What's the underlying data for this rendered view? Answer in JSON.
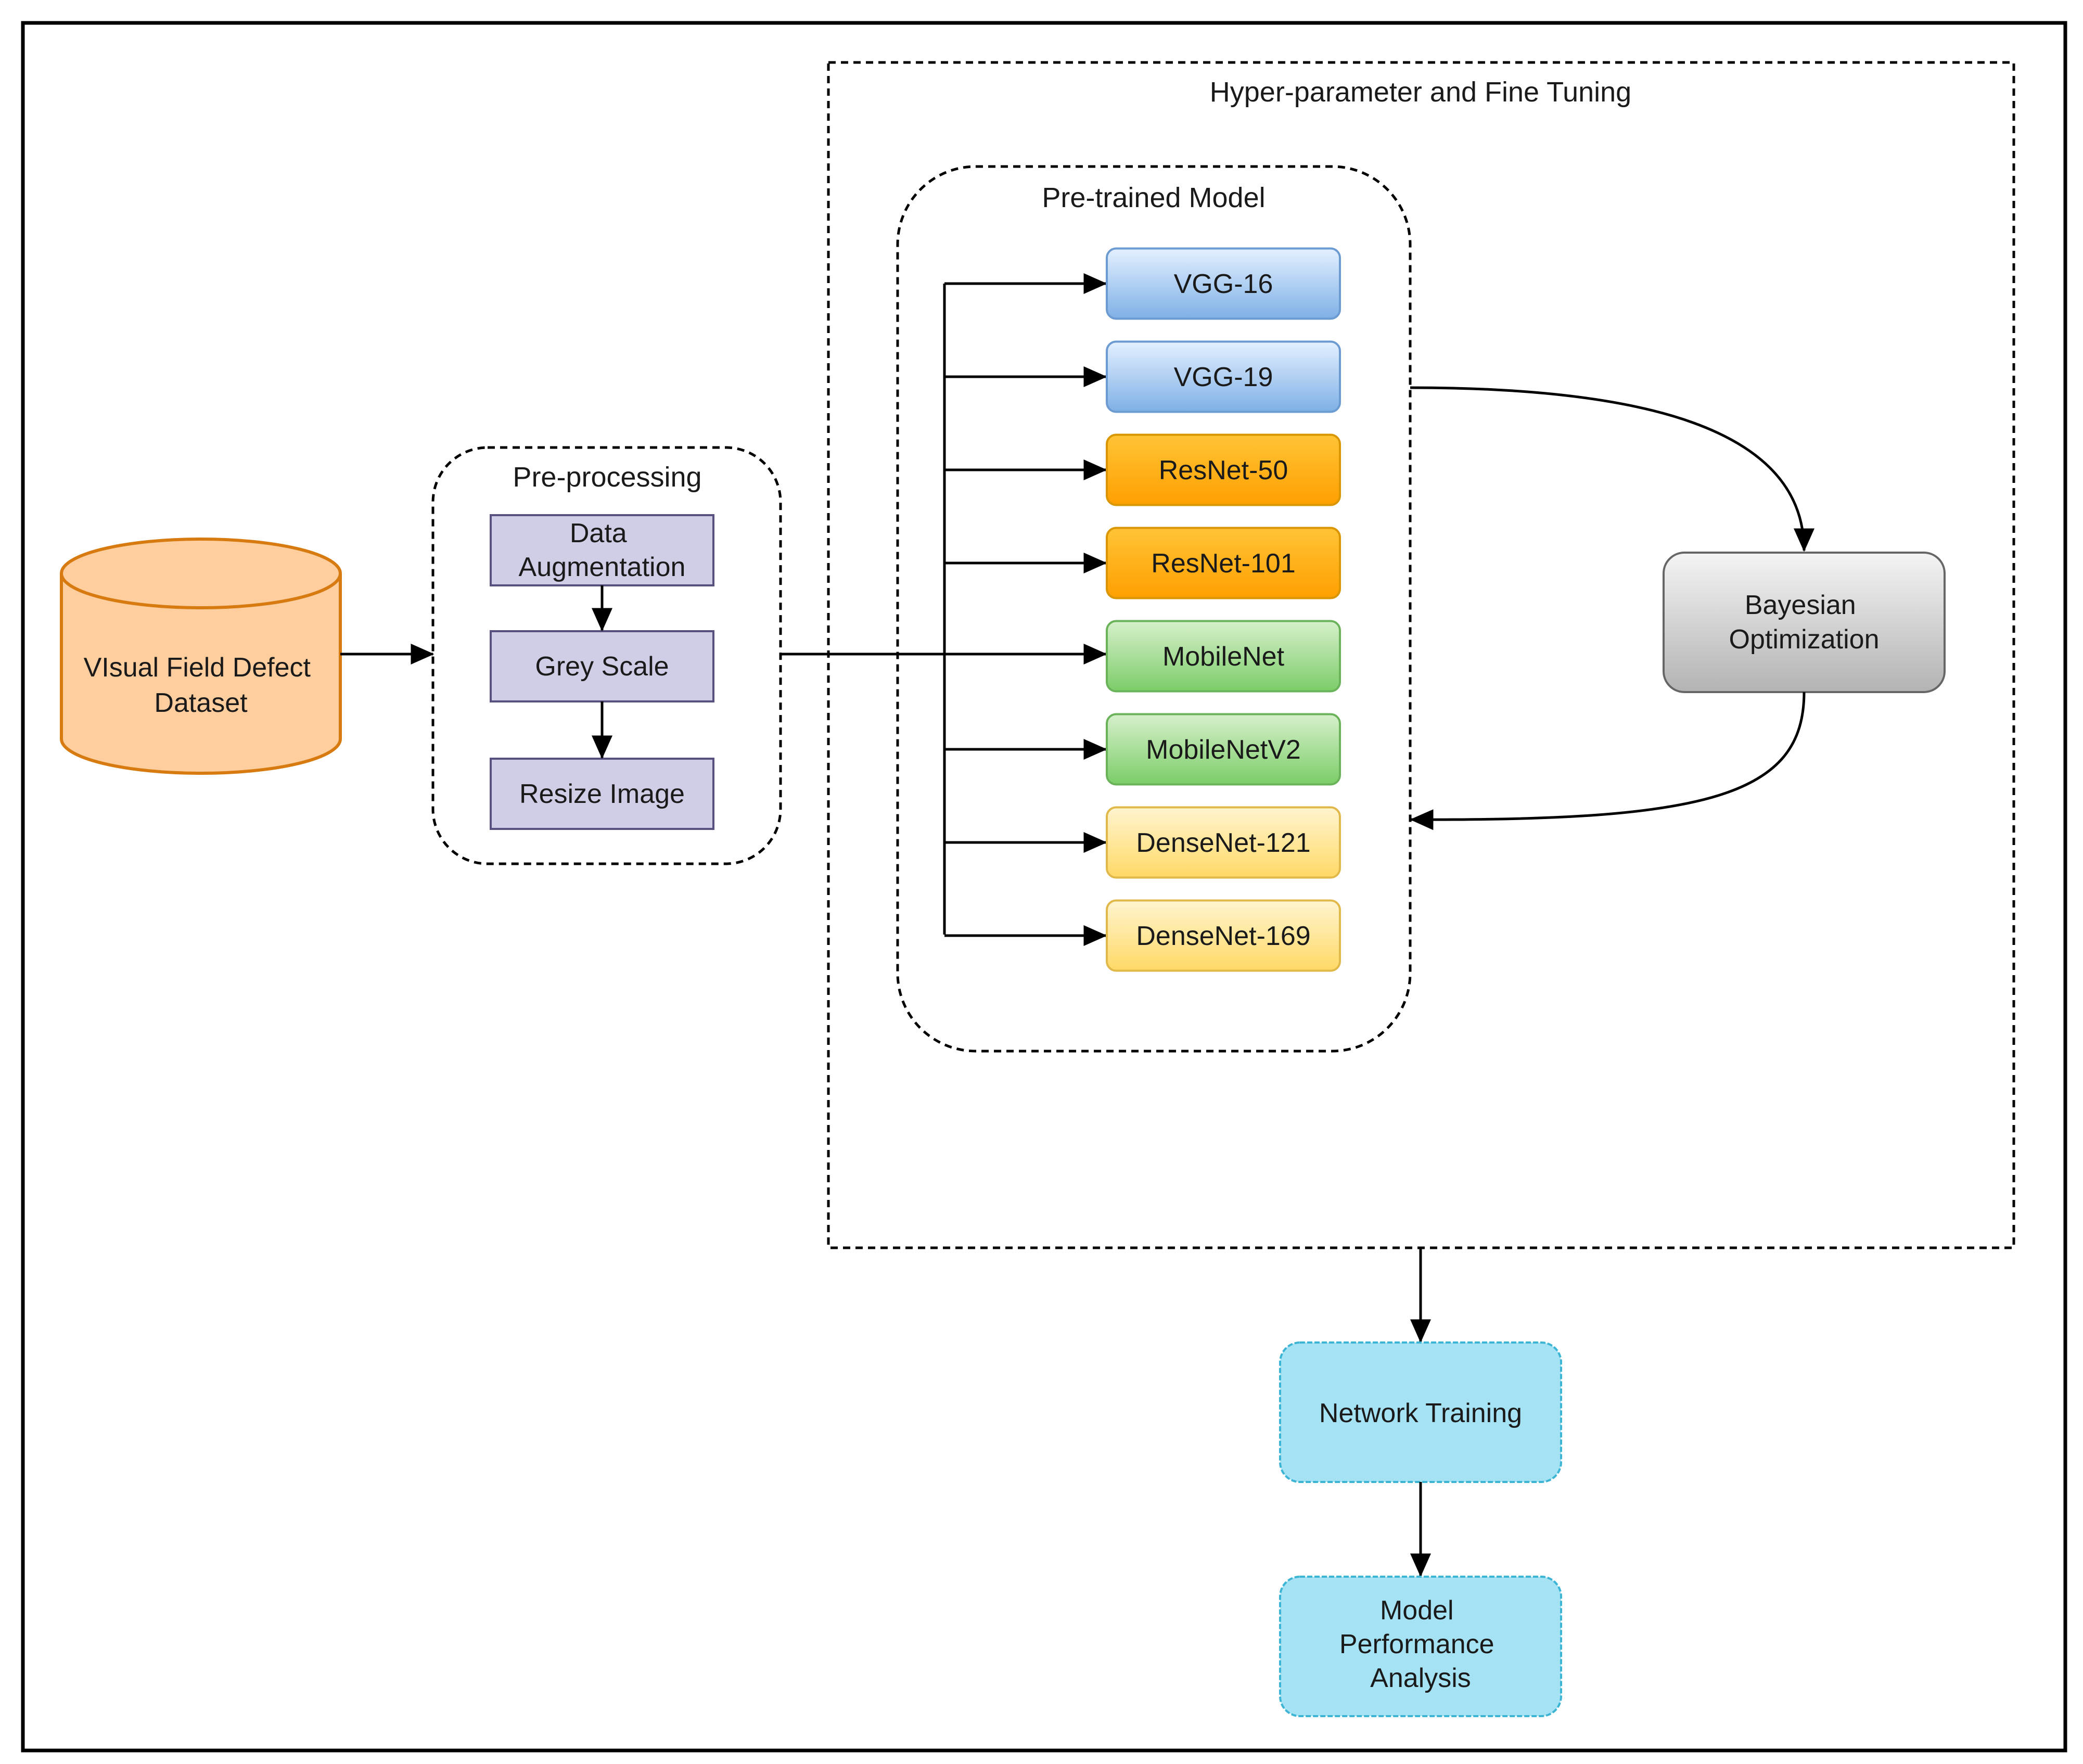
{
  "frame_title": "Hyper-parameter and Fine Tuning",
  "pretrained_group_title": "Pre-trained Model",
  "preprocessing_group_title": "Pre-processing",
  "dataset": {
    "lines": [
      "VIsual Field Defect",
      "Dataset"
    ],
    "fill": "#FFCE9F",
    "stroke": "#D77A10"
  },
  "preprocessing_steps": [
    {
      "id": "data-augmentation",
      "lines": [
        "Data",
        "Augmentation"
      ]
    },
    {
      "id": "grey-scale",
      "lines": [
        "Grey Scale"
      ]
    },
    {
      "id": "resize-image",
      "lines": [
        "Resize Image"
      ]
    }
  ],
  "models": [
    {
      "label": "VGG-16",
      "color": "#A9CDF0"
    },
    {
      "label": "VGG-19",
      "color": "#A9CDF0"
    },
    {
      "label": "ResNet-50",
      "color": "#FFAE1A"
    },
    {
      "label": "ResNet-101",
      "color": "#FFAE1A"
    },
    {
      "label": "MobileNet",
      "color": "#A3D98E"
    },
    {
      "label": "MobileNetV2",
      "color": "#A3D98E"
    },
    {
      "label": "DenseNet-121",
      "color": "#FFE28F"
    },
    {
      "label": "DenseNet-169",
      "color": "#FFE28F"
    }
  ],
  "optimizer": {
    "lines": [
      "Bayesian",
      "Optimization"
    ],
    "color": "#C9C9C9"
  },
  "training": {
    "lines": [
      "Network Training"
    ],
    "color": "#A4E2F4"
  },
  "analysis": {
    "lines": [
      "Model",
      "Performance",
      "Analysis"
    ],
    "color": "#A4E2F4"
  },
  "colors": {
    "preprocessing_fill": "#D0CEE6",
    "preprocessing_stroke": "#56517E",
    "line": "#000000"
  }
}
